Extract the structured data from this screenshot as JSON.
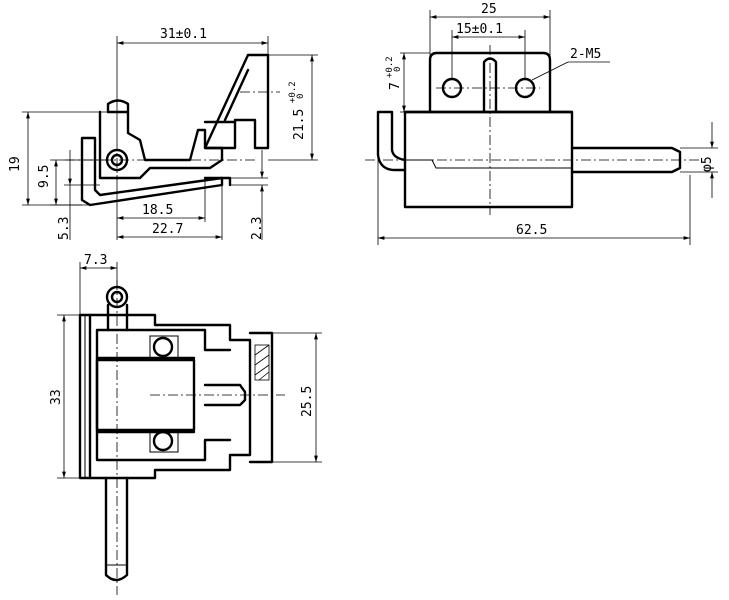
{
  "drawing": {
    "side_view": {
      "dim_width": "31±0.1",
      "dim_height_total": "19",
      "dim_pin_height": "9.5",
      "dim_base_offset": "5.3",
      "dim_inner_length": "18.5",
      "dim_outer_length": "22.7",
      "dim_plate_thickness": "2.3",
      "dim_bracket_height": "21.5",
      "dim_bracket_tol_upper": "+0.2",
      "dim_bracket_tol_lower": "0"
    },
    "front_view": {
      "dim_bracket_width": "25",
      "dim_hole_spacing": "15±0.1",
      "hole_callout": "2-M5",
      "dim_tab_height": "7",
      "dim_tab_tol_upper": "+0.2",
      "dim_tab_tol_lower": "0",
      "dim_pin_diameter": "φ5",
      "dim_total_length": "62.5"
    },
    "top_view": {
      "dim_offset": "7.3",
      "dim_overall_height": "33",
      "dim_hole_span": "25.5"
    }
  }
}
